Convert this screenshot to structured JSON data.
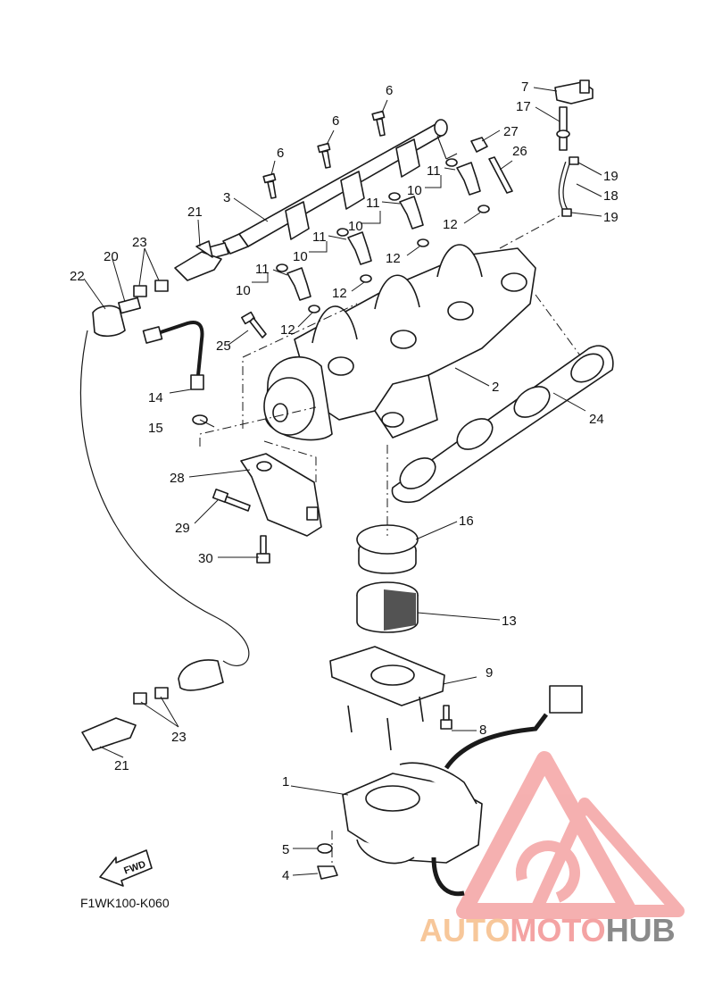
{
  "diagram": {
    "code": "F1WK100-K060",
    "fwd_label": "FWD",
    "watermark": {
      "part1": "AUTO",
      "part2": "MOTO",
      "part3": "HUB",
      "color_main": "#f4a3a3",
      "color_accent": "#f7c79a",
      "color_dark": "#8a8a8a"
    },
    "callouts": {
      "c1": "1",
      "c2": "2",
      "c3": "3",
      "c4": "4",
      "c5": "5",
      "c6a": "6",
      "c6b": "6",
      "c6c": "6",
      "c7": "7",
      "c8": "8",
      "c9": "9",
      "c10a": "10",
      "c10b": "10",
      "c10c": "10",
      "c10d": "10",
      "c11a": "11",
      "c11b": "11",
      "c11c": "11",
      "c11d": "11",
      "c12a": "12",
      "c12b": "12",
      "c12c": "12",
      "c12d": "12",
      "c13": "13",
      "c14": "14",
      "c15": "15",
      "c16": "16",
      "c17": "17",
      "c18": "18",
      "c19a": "19",
      "c19b": "19",
      "c20": "20",
      "c21a": "21",
      "c21b": "21",
      "c22": "22",
      "c23a": "23",
      "c23b": "23",
      "c24": "24",
      "c25": "25",
      "c26": "26",
      "c27": "27",
      "c28": "28",
      "c29": "29",
      "c30": "30"
    }
  }
}
